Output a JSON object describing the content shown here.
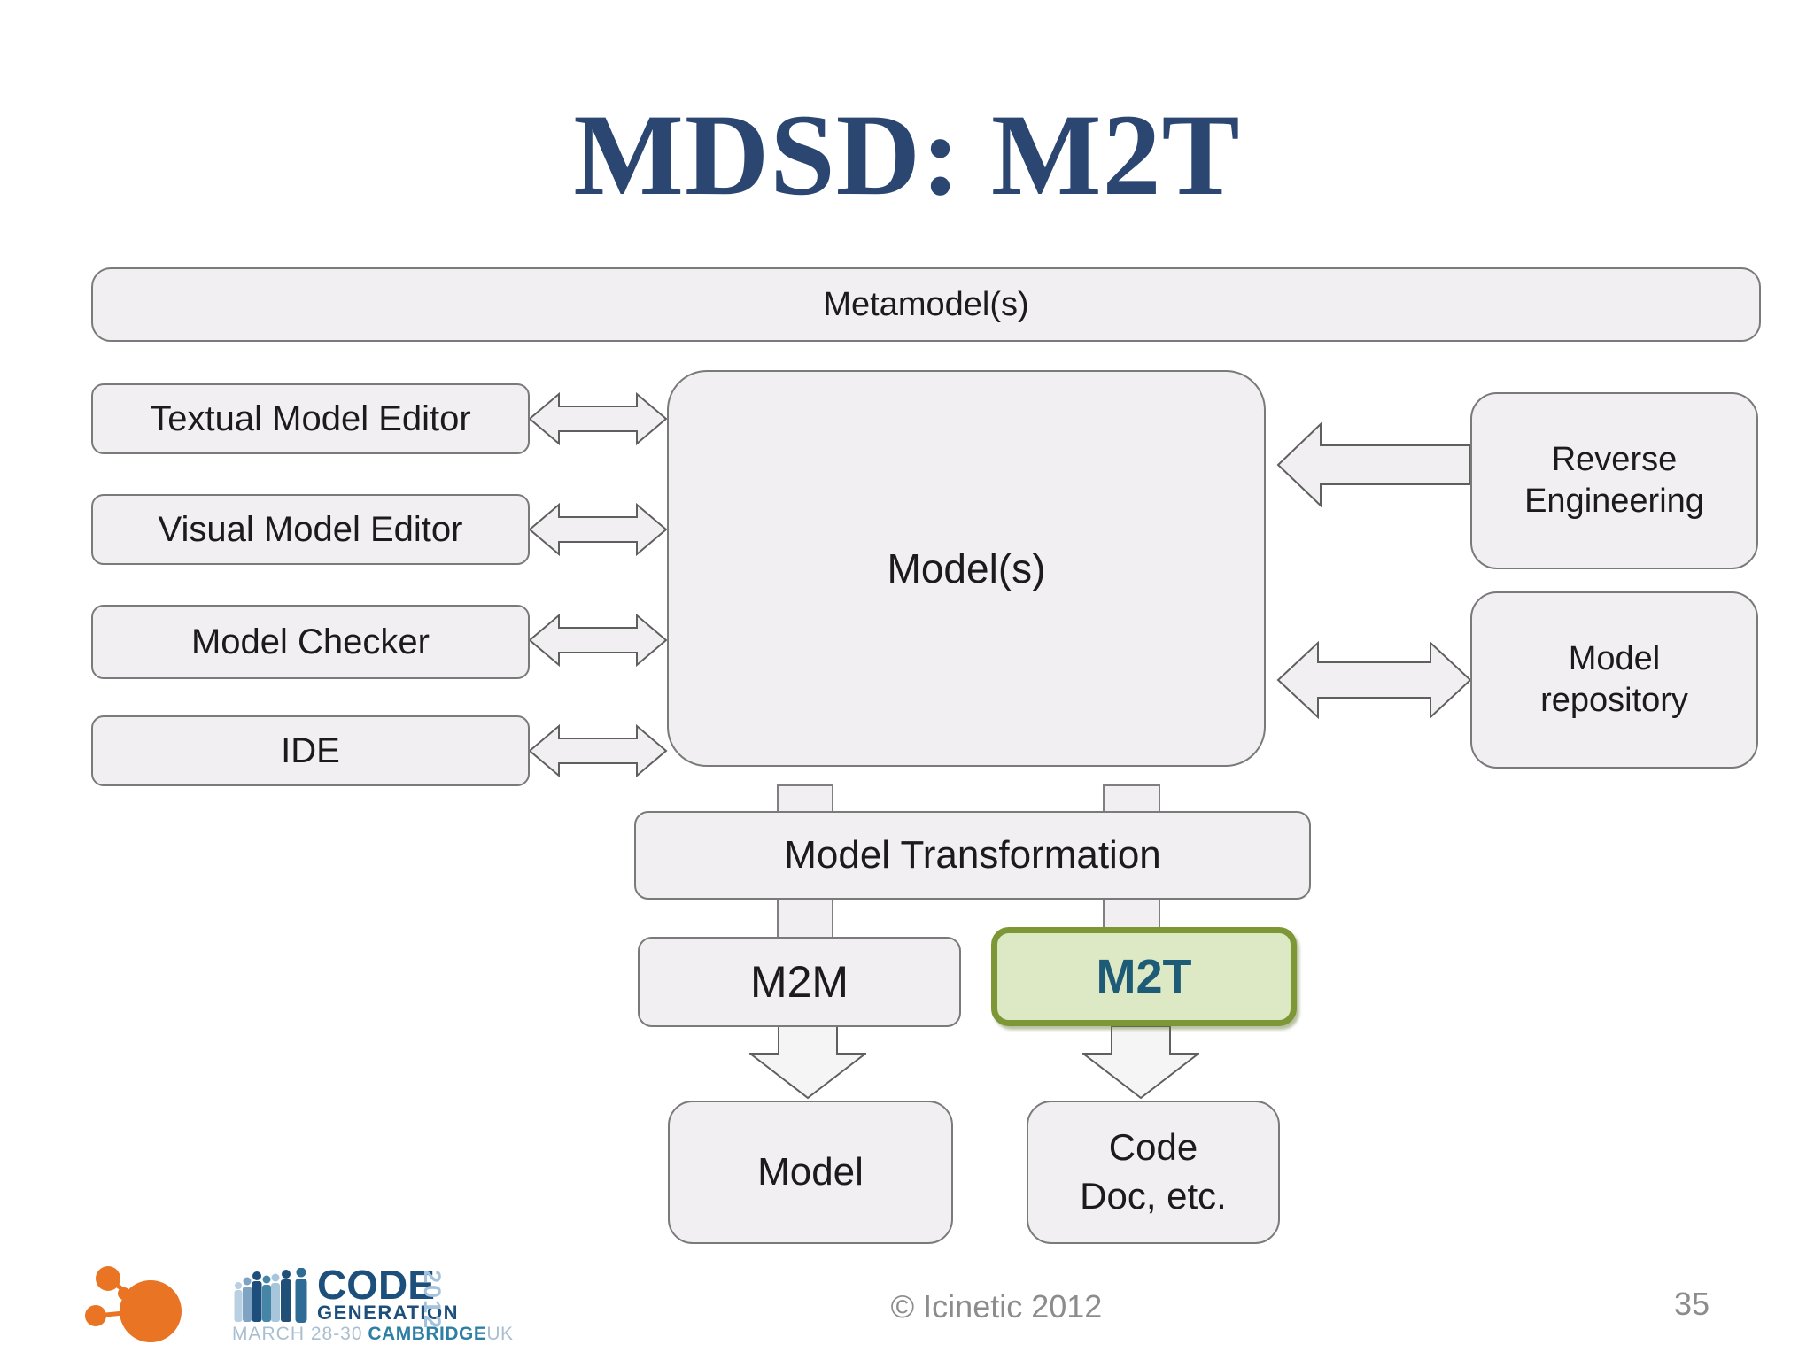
{
  "slide": {
    "title": "MDSD: M2T"
  },
  "diagram": {
    "metamodel": "Metamodel(s)",
    "left_tools": [
      "Textual Model Editor",
      "Visual Model Editor",
      "Model Checker",
      "IDE"
    ],
    "models": "Model(s)",
    "reverse_engineering": "Reverse\nEngineering",
    "model_repository": "Model\nrepository",
    "model_transformation": "Model Transformation",
    "m2m": "M2M",
    "m2t": "M2T",
    "outputs": {
      "model": "Model",
      "code": "Code\nDoc, etc."
    }
  },
  "footer": {
    "copyright": "© Icinetic 2012",
    "page_number": "35",
    "logo": {
      "code": "CODE",
      "generation": "GENERATION",
      "year": "2012",
      "dates": "MARCH 28-30",
      "city": "CAMBRIDGE",
      "country": "UK"
    }
  },
  "icons": [
    "molecule-logo-icon",
    "people-silhouettes-icon",
    "double-arrow-icon",
    "left-arrow-icon",
    "down-arrow-icon"
  ],
  "colors": {
    "title_navy": "#2c4672",
    "box_fill": "#f1eff1",
    "box_border": "#7a7a7a",
    "m2t_fill": "#dce9c4",
    "m2t_border": "#7d9737",
    "m2t_text": "#1e5b77",
    "logo_orange": "#e87424",
    "logo_navy": "#1d4f7c",
    "logo_teal": "#2d7fa5",
    "logo_light_blue": "#a4c2dc",
    "footer_gray": "#8c8c8c"
  }
}
